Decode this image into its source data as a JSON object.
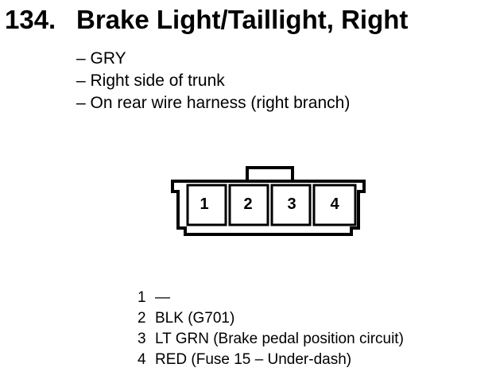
{
  "heading": {
    "number": "134.",
    "name": "Brake Light/Taillight, Right"
  },
  "details": [
    "– GRY",
    "– Right side of trunk",
    "– On rear wire harness (right branch)"
  ],
  "connector": {
    "pin_labels": [
      "1",
      "2",
      "3",
      "4"
    ]
  },
  "pins": [
    {
      "number": "1",
      "desc": "—"
    },
    {
      "number": "2",
      "desc": "BLK (G701)"
    },
    {
      "number": "3",
      "desc": "LT GRN (Brake pedal position circuit)"
    },
    {
      "number": "4",
      "desc": "RED (Fuse 15 – Under-dash)"
    }
  ]
}
